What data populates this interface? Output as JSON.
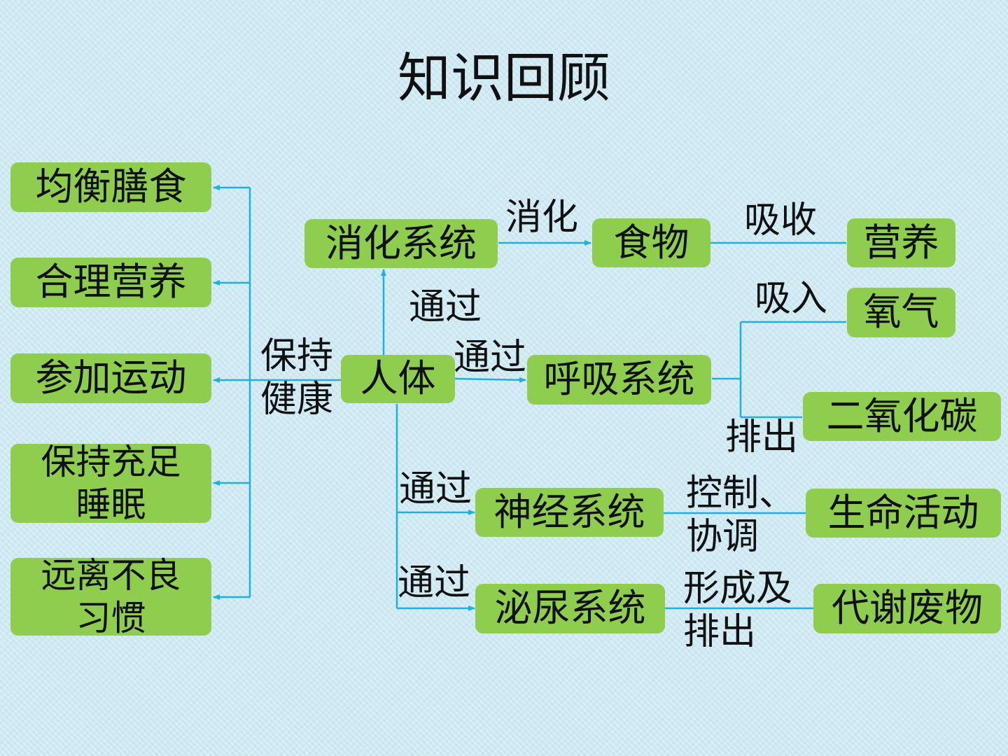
{
  "title": "知识回顾",
  "colors": {
    "box_fill": "#8fcd4e",
    "connector": "#1fb0e0",
    "background": "#cfe9f2"
  },
  "nodes": {
    "center": "人体",
    "keep_healthy": "保持\n健康",
    "habits": [
      "均衡膳食",
      "合理营养",
      "参加运动",
      "保持充足\n睡眠",
      "远离不良\n习惯"
    ],
    "digestive": "消化系统",
    "food": "食物",
    "nutrition": "营养",
    "respiratory": "呼吸系统",
    "oxygen": "氧气",
    "co2": "二氧化碳",
    "nervous": "神经系统",
    "life_activity": "生命活动",
    "urinary": "泌尿系统",
    "waste": "代谢废物"
  },
  "edge_labels": {
    "via_digestive": "通过",
    "via_respiratory": "通过",
    "via_nervous": "通过",
    "via_urinary": "通过",
    "digest": "消化",
    "absorb": "吸收",
    "inhale": "吸入",
    "exhale": "排出",
    "control": "控制、\n协调",
    "form_excrete": "形成及\n排出"
  }
}
